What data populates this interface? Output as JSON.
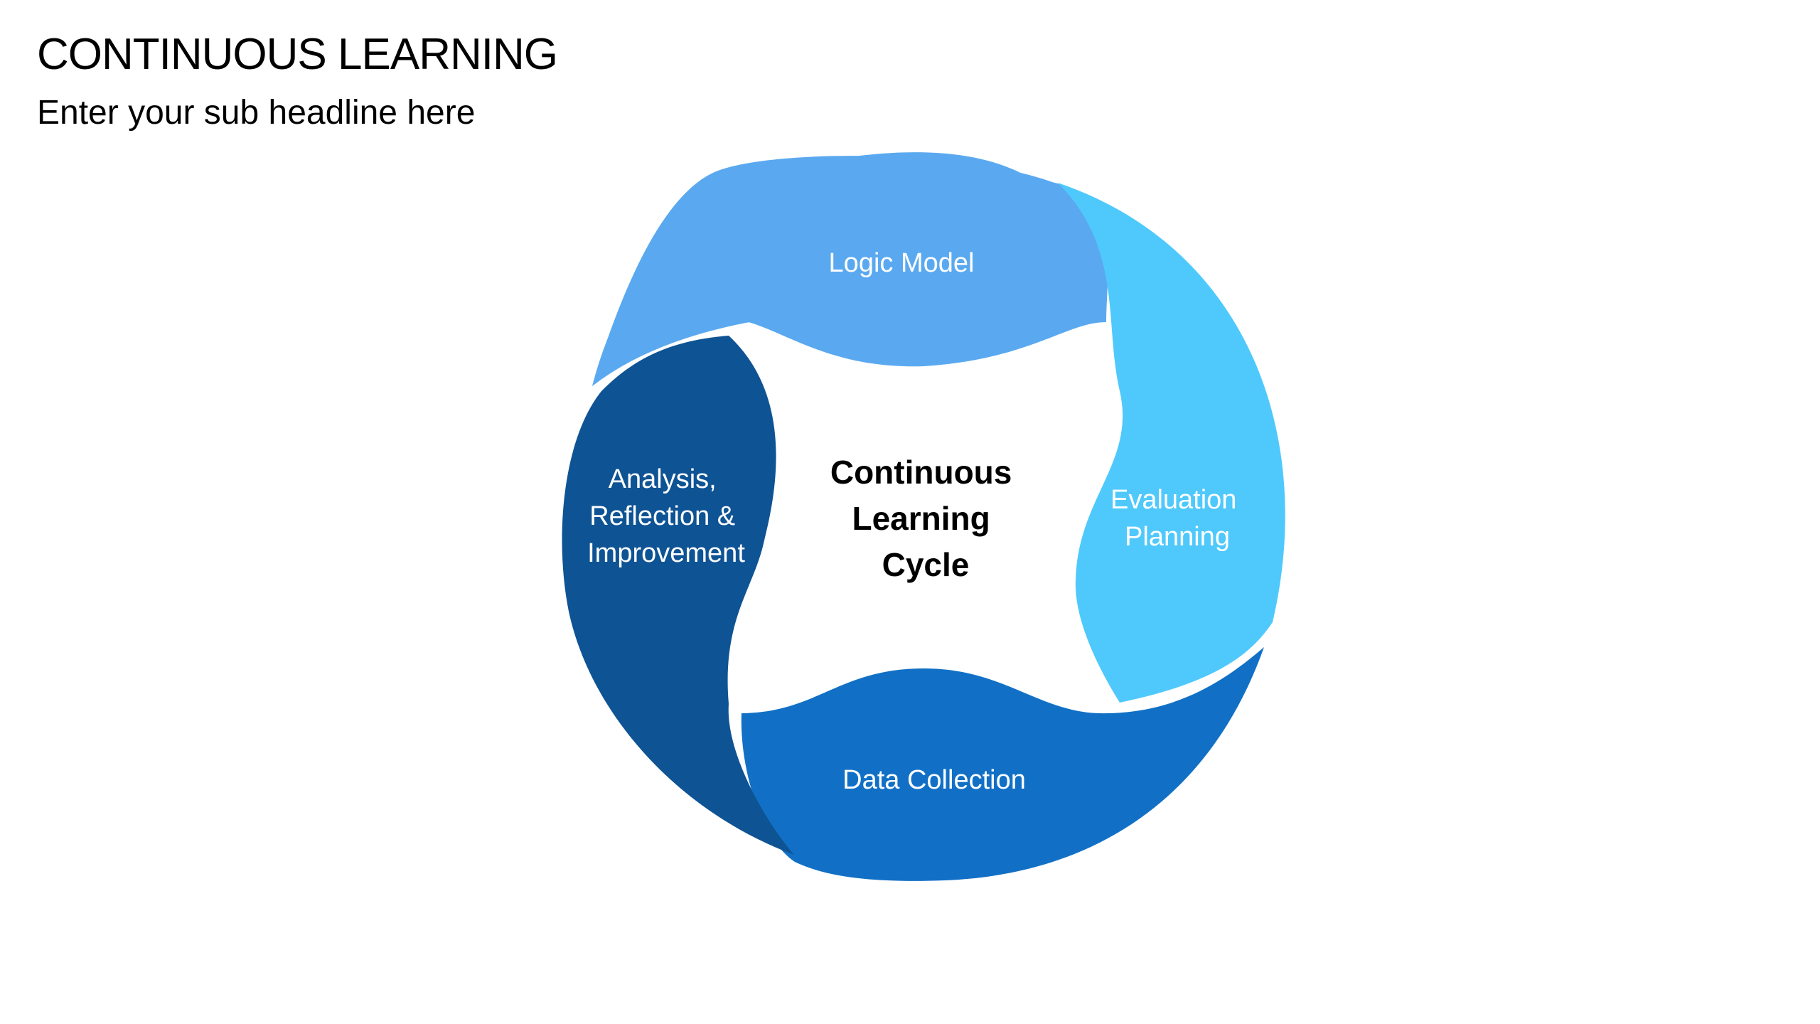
{
  "slide": {
    "title": "CONTINUOUS LEARNING",
    "subtitle": "Enter your sub headline here"
  },
  "cycle": {
    "center_lines": [
      "Continuous",
      "Learning",
      "Cycle"
    ],
    "segments": [
      {
        "id": "logic-model",
        "lines": [
          "Logic Model"
        ],
        "color": "#5AA9F0"
      },
      {
        "id": "evaluation-planning",
        "lines": [
          "Evaluation",
          "Planning"
        ],
        "color": "#4FC9FC"
      },
      {
        "id": "data-collection",
        "lines": [
          "Data Collection"
        ],
        "color": "#1170C6"
      },
      {
        "id": "analysis-reflection",
        "lines": [
          "Analysis,",
          "Reflection &",
          "Improvement"
        ],
        "color": "#0E5394"
      }
    ]
  }
}
